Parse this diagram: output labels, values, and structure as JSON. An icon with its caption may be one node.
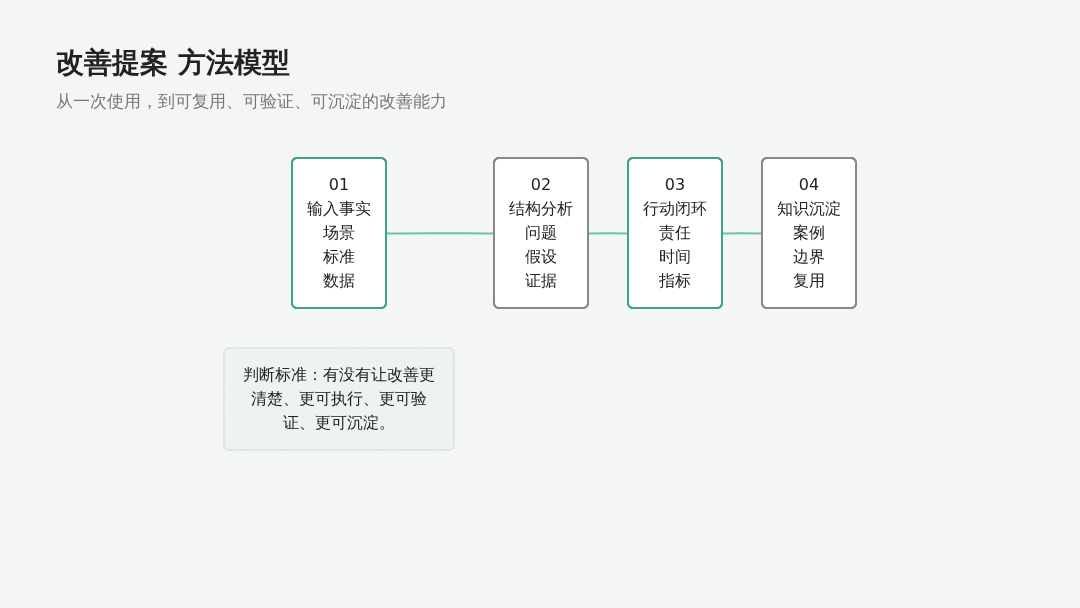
{
  "diagram": {
    "title": "改善提案 方法模型",
    "nodes": [
      {
        "text": [
          "01",
          "输入事实",
          "场景",
          "标准",
          "数据"
        ]
      },
      {
        "text": [
          "02",
          "结构分析",
          "问题",
          "假设",
          "证据"
        ]
      },
      {
        "text": [
          "03",
          "行动闭环",
          "责任",
          "时间",
          "指标"
        ]
      },
      {
        "text": [
          "04",
          "知识沉淀",
          "案例",
          "边界",
          "复用"
        ]
      },
      {
        "text": [
          "判断标准：有没有让改善更清楚、更可执行、更可验证、更可沉淀。"
        ]
      }
    ],
    "edges": [
      {
        "from": 0,
        "to": 1,
        "arrow": "none"
      },
      {
        "from": 1,
        "to": 2,
        "arrow": "none"
      },
      {
        "from": 2,
        "to": 3,
        "arrow": "none"
      }
    ],
    "labels": [
      "从一次使用，到可复用、可验证、可沉淀的改善能力"
    ]
  }
}
